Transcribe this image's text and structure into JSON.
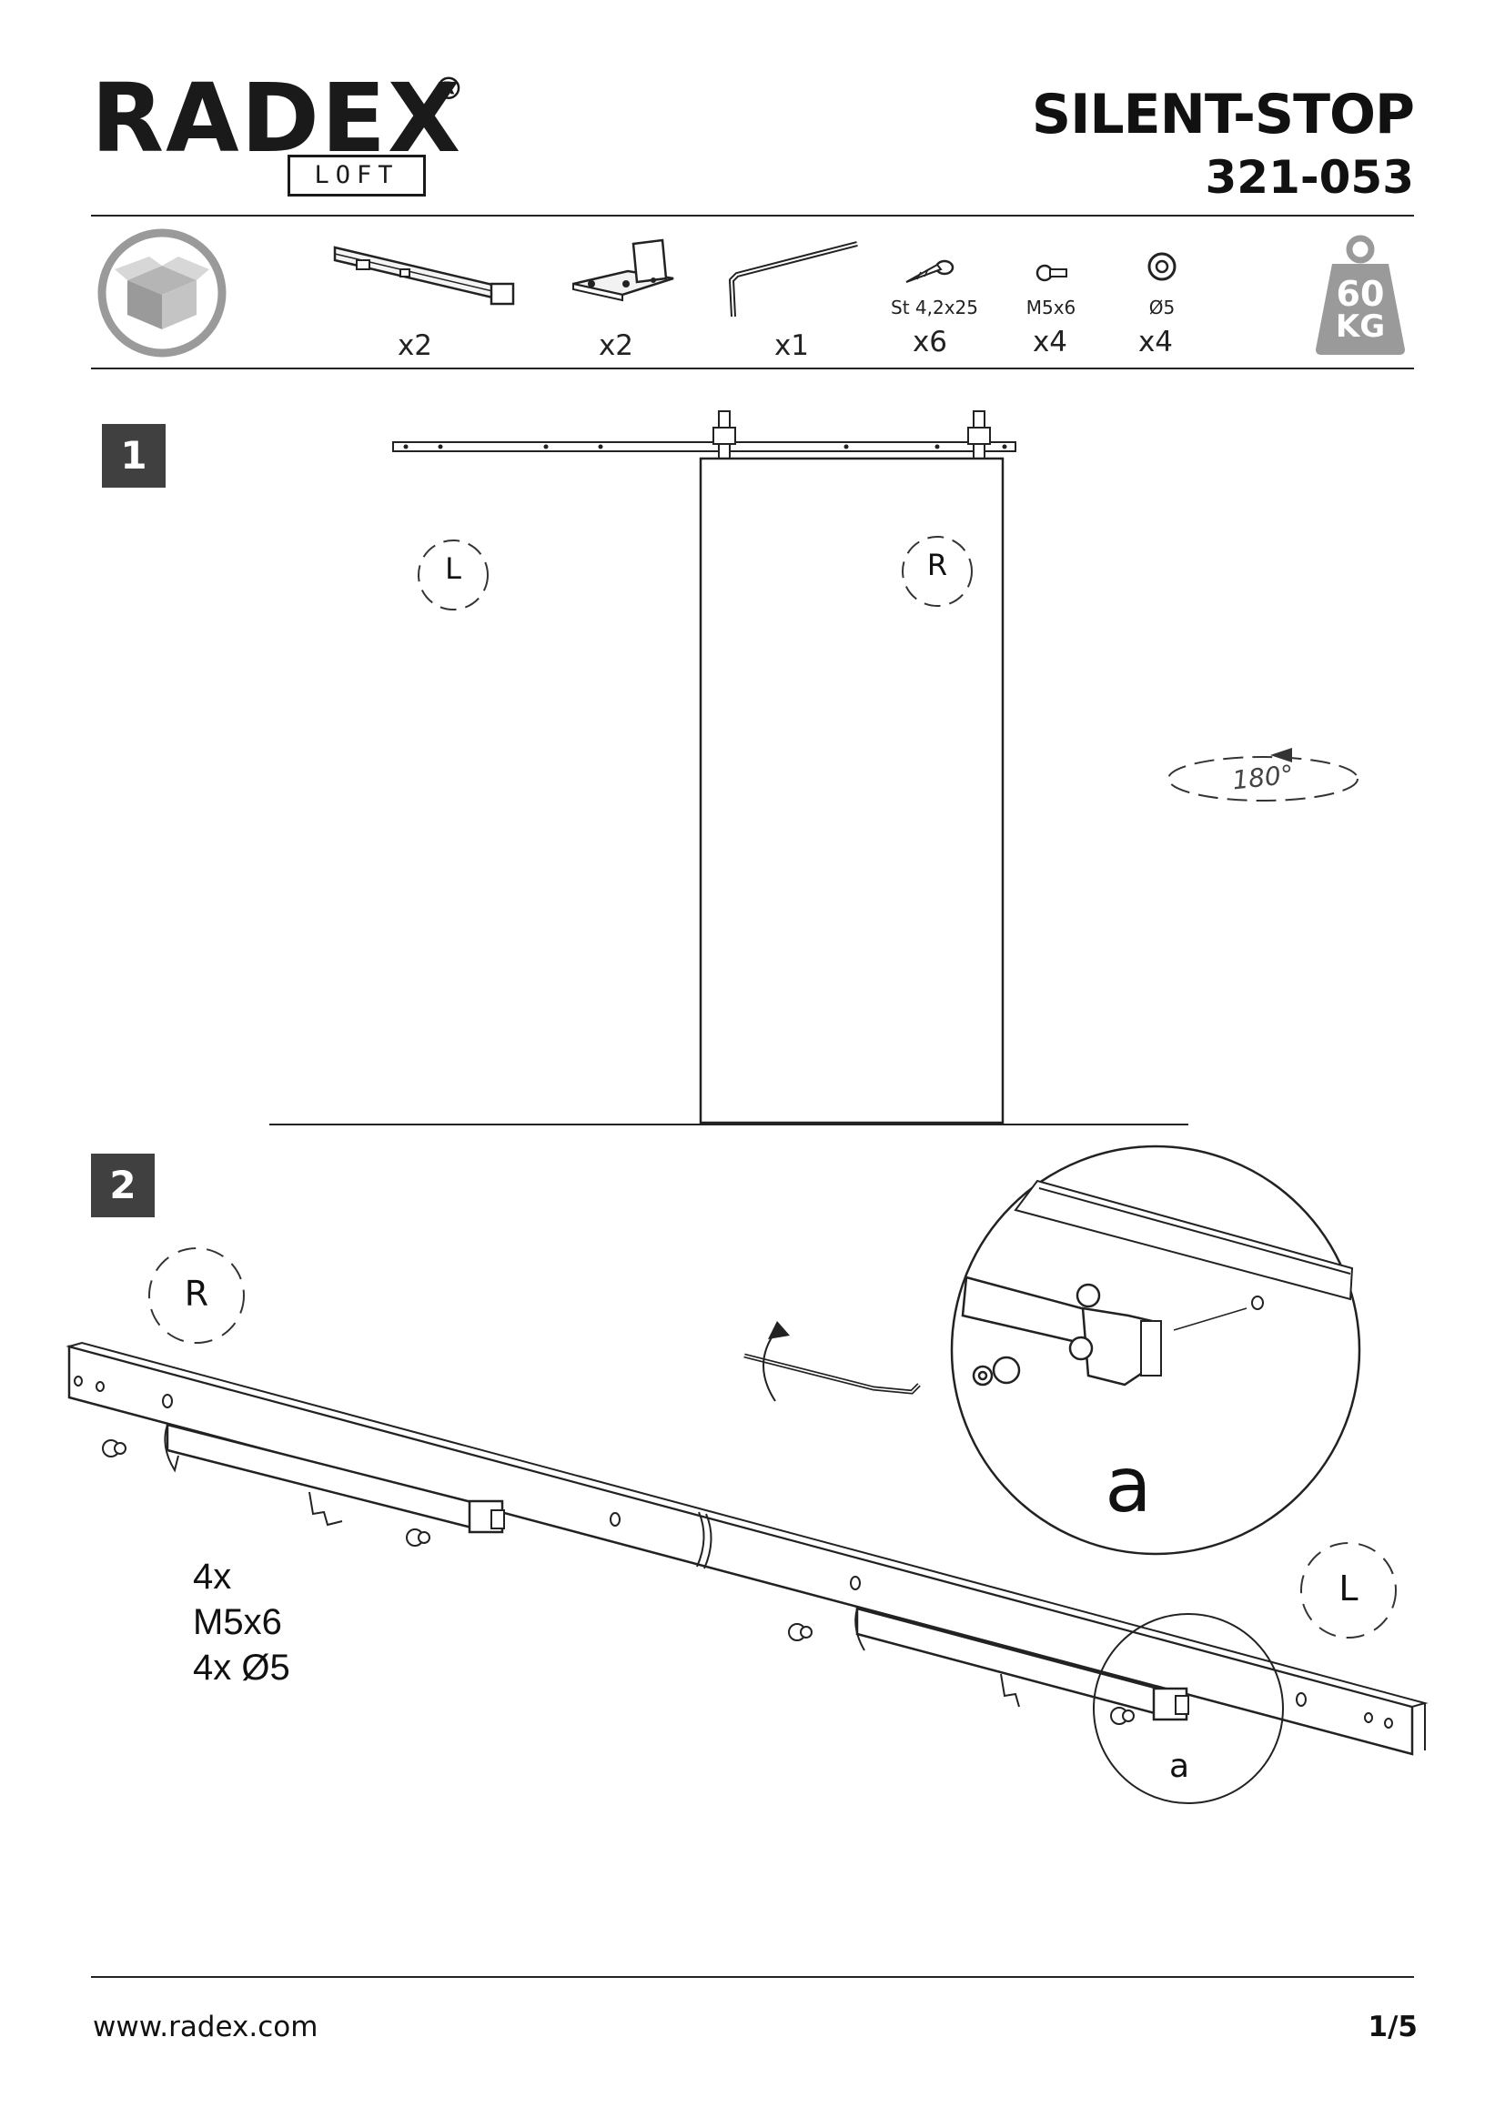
{
  "header": {
    "brand": "RADEX",
    "brand_mark": "®",
    "sub_brand": "LOFT",
    "product_name": "SILENT-STOP",
    "product_code": "321-053"
  },
  "parts": {
    "package_icon": "box-icon",
    "weight_icon": "weight-icon",
    "weight_value": "60",
    "weight_unit": "KG",
    "items": [
      {
        "icon": "damper-icon",
        "label": "",
        "qty": "x2"
      },
      {
        "icon": "bracket-icon",
        "label": "",
        "qty": "x2"
      },
      {
        "icon": "hex-key-icon",
        "label": "",
        "qty": "x1"
      },
      {
        "icon": "screw-icon",
        "label": "St 4,2x25",
        "qty": "x6"
      },
      {
        "icon": "bolt-icon",
        "label": "M5x6",
        "qty": "x4"
      },
      {
        "icon": "washer-icon",
        "label": "Ø5",
        "qty": "x4"
      }
    ]
  },
  "step1": {
    "number": "1",
    "left_marker": "L",
    "right_marker": "R",
    "rotation": "180°"
  },
  "step2": {
    "number": "2",
    "right_marker": "R",
    "left_marker": "L",
    "detail_label": "a",
    "detail_label_small": "a",
    "hardware_lines": [
      "4x",
      "M5x6",
      "4x Ø5"
    ]
  },
  "footer": {
    "url": "www.radex.com",
    "page": "1/5"
  }
}
